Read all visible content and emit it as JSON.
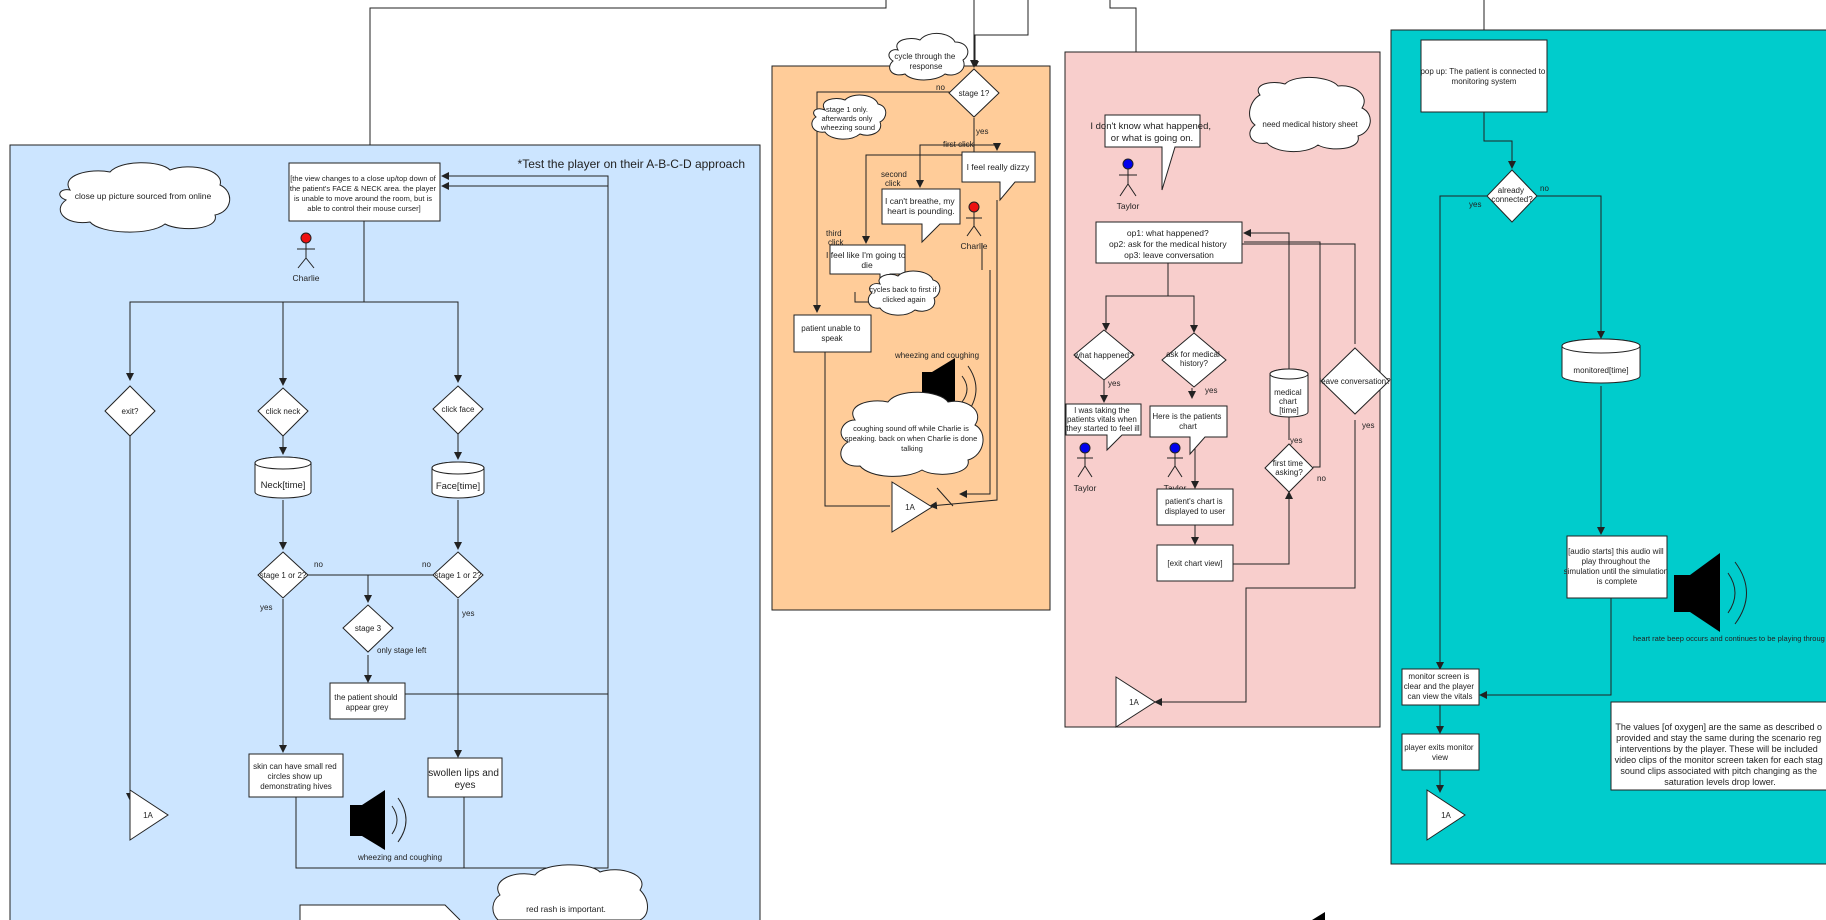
{
  "diagram": {
    "blue_panel": {
      "color": "#cce5ff",
      "heading": "*Test the player on their A-B-C-D approach",
      "cloud_note": "close up picture sourced from online",
      "view_box": [
        "[the view changes to a close up/top down of",
        "the patient's FACE & NECK area. the player",
        "is unable to move around the room, but is",
        "able to control their mouse curser]"
      ],
      "actor": "Charlie",
      "exit_decision": "exit?",
      "neck_decision": "click neck",
      "face_decision": "click face",
      "neck_store": "Neck[time]",
      "face_store": "Face[time]",
      "stage_left": "stage 1 or 2?",
      "stage_right": "stage 1 or 2?",
      "stage3": "stage 3",
      "label_no_left": "no",
      "label_no_right": "no",
      "label_yes_left": "yes",
      "label_yes_right": "yes",
      "only_stage_left": "only stage left",
      "grey_box": [
        "the patient should",
        "appear  grey"
      ],
      "hives_box": [
        "skin can have small red",
        "circles show up",
        "demonstrating hives"
      ],
      "lips_box": [
        "swollen lips and",
        "eyes"
      ],
      "sound_label": "wheezing and coughing",
      "connector": "1A",
      "bottom_cloud": "red rash is important."
    },
    "orange_panel": {
      "color": "#ffcc99",
      "cycle_cloud": [
        "cycle through the",
        "response"
      ],
      "stage_decision": "stage 1?",
      "label_no": "no",
      "label_yes": "yes",
      "stage1_cloud": [
        "stage 1 only.",
        "afterwards only",
        "wheezing sound"
      ],
      "first_click": "first click",
      "second_click": [
        "second",
        "click"
      ],
      "third_click": [
        "third",
        "click"
      ],
      "dizzy": "I feel really dizzy",
      "cant_breathe": [
        "I can't breathe, my",
        "heart is pounding."
      ],
      "going_to_die": [
        "I feel like I'm going to",
        "die"
      ],
      "cycles_back": [
        "cycles back to first if",
        "clicked again"
      ],
      "unable_speak": [
        "patient unable to",
        "speak"
      ],
      "sound_label": "wheezing and coughing",
      "coughing_cloud": [
        "coughing sound off while Charlie is",
        "speaking. back on when Charlie is done",
        "talking"
      ],
      "actor": "Charlie",
      "connector": "1A"
    },
    "pink_panel": {
      "color": "#f8cecc",
      "speech": [
        "I don't know what happened,",
        "or what is going on."
      ],
      "cloud": "need medical history sheet",
      "actor": "Taylor",
      "options": [
        "op1: what happened?",
        "op2: ask for the medical history",
        "op3: leave conversation"
      ],
      "what_happened": "what happened?",
      "ask_history": [
        "ask for medical",
        "history?"
      ],
      "leave": "leave conversation?",
      "label_yes1": "yes",
      "label_yes2": "yes",
      "label_yes3": "yes",
      "label_yes4": "yes",
      "label_no": "no",
      "vitals_speech": [
        "I was taking the",
        "patients vitals when",
        "they started to feel ill"
      ],
      "chart_speech": [
        "Here is the patients",
        "chart"
      ],
      "chart_displayed": [
        "patient's chart is",
        "displayed to user"
      ],
      "exit_chart": "[exit chart view]",
      "medical_chart": [
        "medical",
        "chart",
        "[time]"
      ],
      "first_time": [
        "first time",
        "asking?"
      ],
      "connector": "1A"
    },
    "teal_panel": {
      "color": "#00cccc",
      "popup": [
        "pop up: The patient is connected to",
        "monitoring system"
      ],
      "already": [
        "already",
        "connected?"
      ],
      "label_no": "no",
      "label_yes": "yes",
      "monitored": "monitored[time]",
      "audio_box": [
        "[audio starts] this audio will",
        "play throughout the",
        "simulation until the simulation",
        "is complete"
      ],
      "heart_rate": "heart rate beep occurs and continues to be playing throug",
      "monitor_clear": [
        "monitor screen is",
        "clear and the player",
        "can view the vitals"
      ],
      "exits_monitor": [
        "player exits monitor",
        "view"
      ],
      "connector": "1A",
      "oxygen_note": [
        "The values [of oxygen] are the same as described o",
        "provided and stay the same during the scenario reg",
        "interventions by the player. These will be included",
        "video clips of the monitor screen taken for each stag",
        "sound clips associated with pitch changing as the",
        "saturation levels drop lower."
      ]
    }
  }
}
